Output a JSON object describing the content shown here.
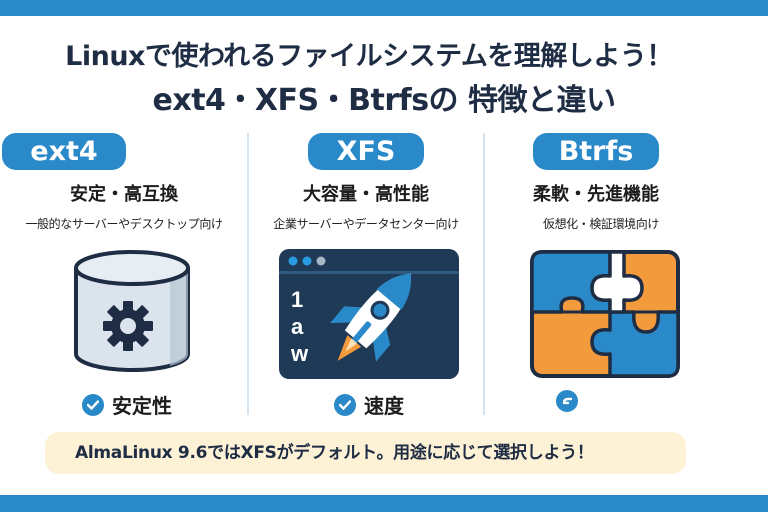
{
  "title": {
    "line1": "Linuxで使われるファイルシステムを理解しよう！",
    "line2": "ext4・XFS・Btrfsの 特徴と違い"
  },
  "columns": [
    {
      "name": "ext4",
      "heading": "安定・高互換",
      "subtitle": "一般的なサーバーやデスクトップ向け",
      "icon": "database-gear-icon",
      "feature": "安定性"
    },
    {
      "name": "XFS",
      "heading": "大容量・高性能",
      "subtitle": "企業サーバーやデータセンター向け",
      "icon": "rocket-window-icon",
      "window_text": [
        "1",
        "a",
        "w"
      ],
      "feature": "速度"
    },
    {
      "name": "Btrfs",
      "heading": "柔軟・先進機能",
      "subtitle": "仮想化・検証環境向け",
      "icon": "puzzle-icon",
      "feature": ""
    }
  ],
  "note": "AlmaLinux 9.6ではXFSがデフォルト。用途に応じて選択しよう！",
  "colors": {
    "accent": "#2a89c9",
    "dark": "#1f2d44",
    "orange": "#f39a3d",
    "note_bg": "#fdf1d6"
  }
}
